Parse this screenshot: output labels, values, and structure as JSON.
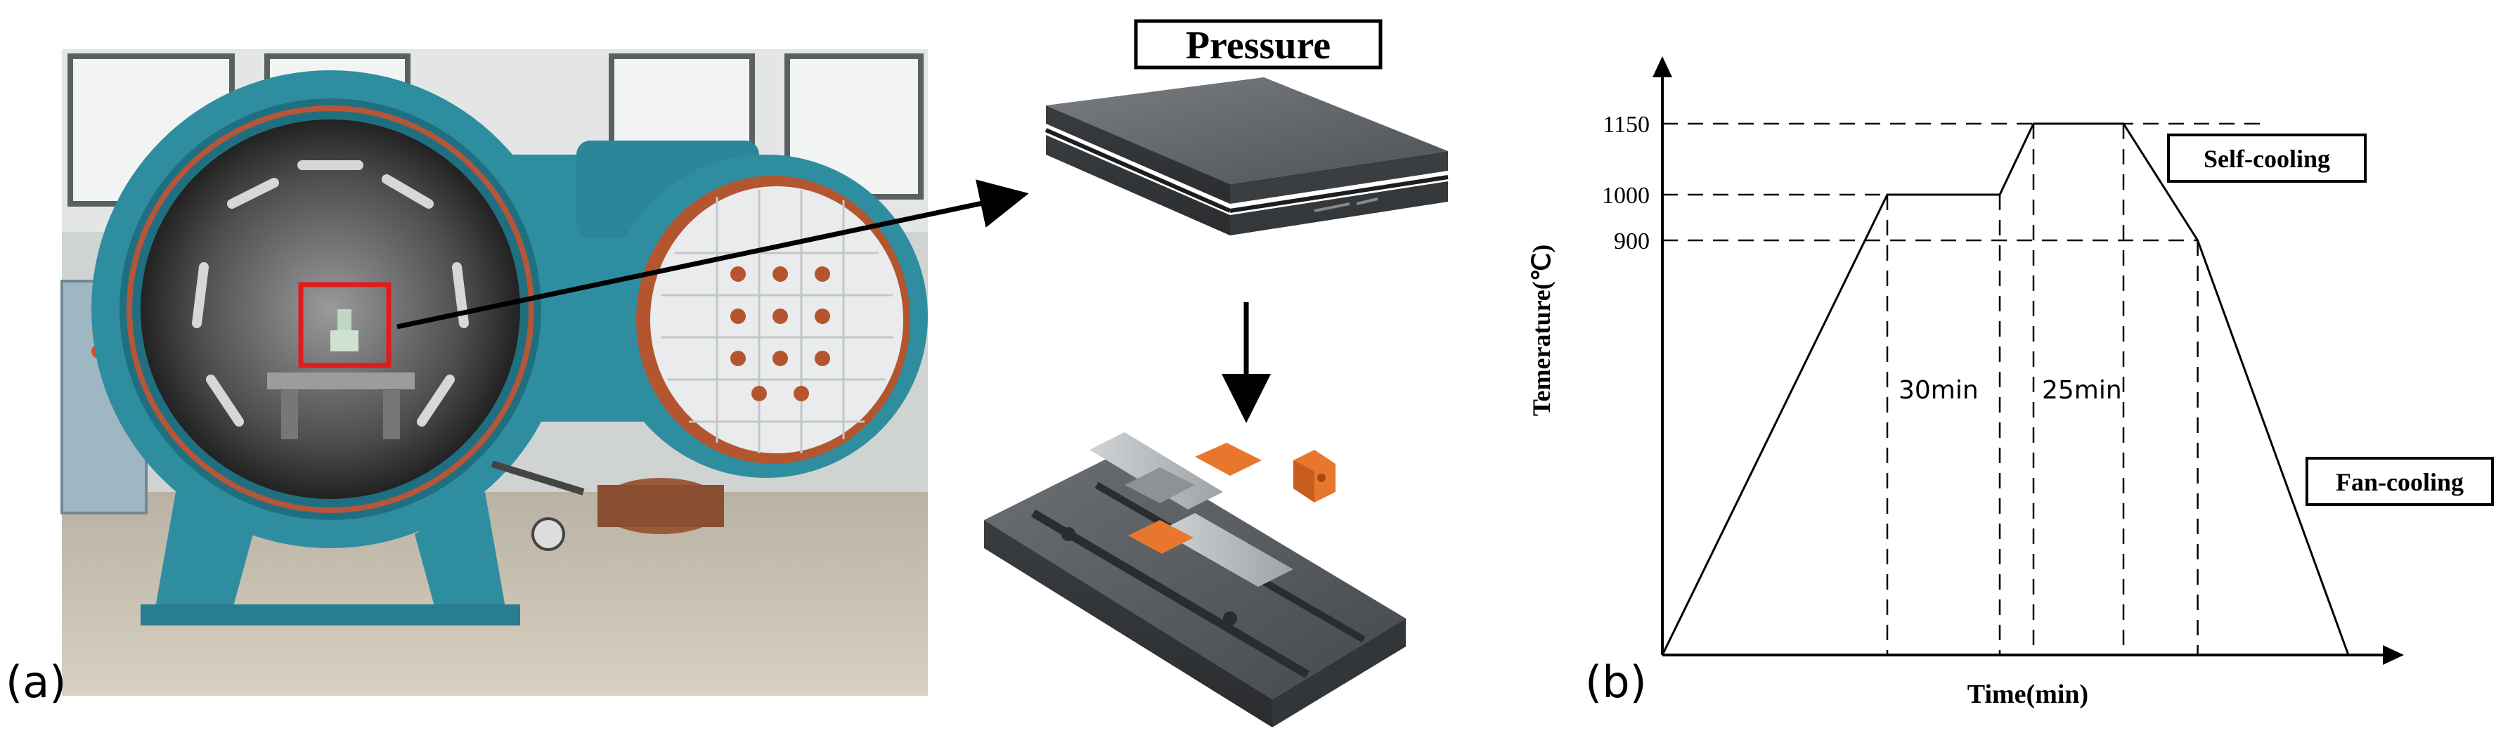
{
  "panel_a": {
    "label": "(a)",
    "pressure_label": "Pressure"
  },
  "panel_b": {
    "label": "(b)",
    "y_axis_label": "Temerature(℃)",
    "x_axis_label": "Time(min)",
    "y_ticks": [
      "1150",
      "1000",
      "900"
    ],
    "hold_1": "30min",
    "hold_2": "25min",
    "self_cooling_label": "Self-cooling",
    "fan_cooling_label": "Fan-cooling"
  },
  "chart_data": {
    "type": "line",
    "ylabel": "Temerature(℃)",
    "xlabel": "Time(min)",
    "y_ticks": [
      900,
      1000,
      1150
    ],
    "series": [
      {
        "points": [
          {
            "x": 0,
            "y": 0
          },
          {
            "x": 1,
            "y": 1000
          },
          {
            "x": 1.5,
            "y": 1000
          },
          {
            "x": 1.65,
            "y": 1150
          },
          {
            "x": 2.05,
            "y": 1150
          },
          {
            "x": 2.38,
            "y": 900
          },
          {
            "x": 3.05,
            "y": 0
          }
        ]
      }
    ],
    "annotations": [
      "30min",
      "25min",
      "Self-cooling",
      "Fan-cooling"
    ]
  },
  "colors": {
    "furnace_teal": "#2e8ea0",
    "highlight_red": "#e11b1b",
    "copper": "#e8772e",
    "steel": "#5a5e62",
    "ink": "#000000"
  }
}
